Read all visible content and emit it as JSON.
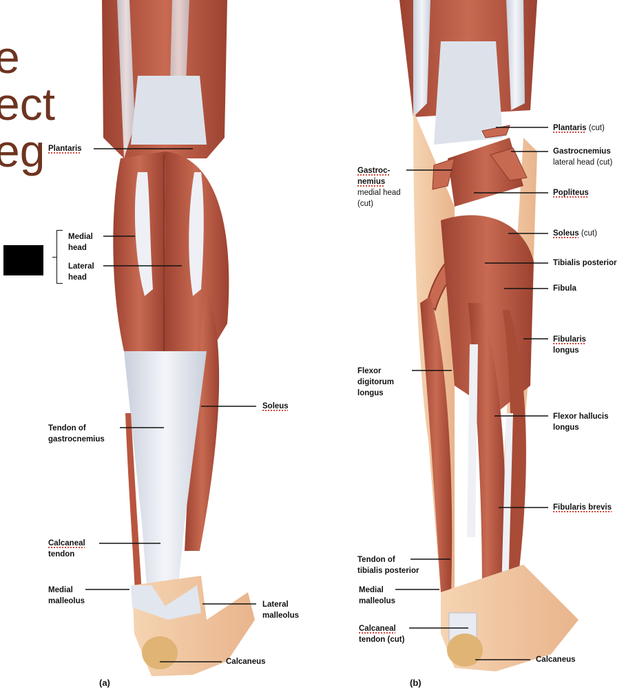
{
  "background_title": {
    "line1": "e",
    "line2": "ect",
    "line3": "eg"
  },
  "panel_a": {
    "tag": "(a)",
    "labels": {
      "plantaris": "Plantaris",
      "medial_head_1": "Medial",
      "medial_head_2": "head",
      "lateral_head_1": "Lateral",
      "lateral_head_2": "head",
      "soleus": "Soleus",
      "tendon_gastroc_1": "Tendon of",
      "tendon_gastroc_2": "gastrocnemius",
      "calcaneal_tendon_1": "Calcaneal",
      "calcaneal_tendon_2": "tendon",
      "medial_malleolus_1": "Medial",
      "medial_malleolus_2": "malleolus",
      "lateral_malleolus_1": "Lateral",
      "lateral_malleolus_2": "malleolus",
      "calcaneus": "Calcaneus"
    }
  },
  "panel_b": {
    "tag": "(b)",
    "labels": {
      "plantaris_cut_a": "Plantaris",
      "plantaris_cut_b": " (cut)",
      "gastroc_lateral_1": "Gastrocnemius",
      "gastroc_lateral_2": "lateral head (cut)",
      "gastroc_medial_1": "Gastroc-",
      "gastroc_medial_2": "nemius",
      "gastroc_medial_3": "medial head",
      "gastroc_medial_4": "(cut)",
      "popliteus": "Popliteus",
      "soleus_cut_a": "Soleus",
      "soleus_cut_b": " (cut)",
      "tibialis_posterior": "Tibialis posterior",
      "fibula": "Fibula",
      "fibularis_longus_1": "Fibularis",
      "fibularis_longus_2": "longus",
      "flexor_digitorum_1": "Flexor",
      "flexor_digitorum_2": "digitorum",
      "flexor_digitorum_3": "longus",
      "flexor_hallucis_1": "Flexor hallucis",
      "flexor_hallucis_2": "longus",
      "fibularis_brevis": "Fibularis brevis",
      "tendon_tib_post_1": "Tendon of",
      "tendon_tib_post_2": "tibialis posterior",
      "medial_malleolus_1": "Medial",
      "medial_malleolus_2": "malleolus",
      "calcaneal_tendon_cut_1": "Calcaneal",
      "calcaneal_tendon_cut_2": "tendon (cut)",
      "calcaneus": "Calcaneus"
    }
  },
  "colors": {
    "muscle": "#b9553f",
    "muscle_dark": "#8e3a28",
    "tendon": "#e4e8f0",
    "skin": "#f2c9a3",
    "bone": "#f3e6bf",
    "leader": "#111111",
    "title": "#6e3420",
    "underline": "#d2453a"
  }
}
